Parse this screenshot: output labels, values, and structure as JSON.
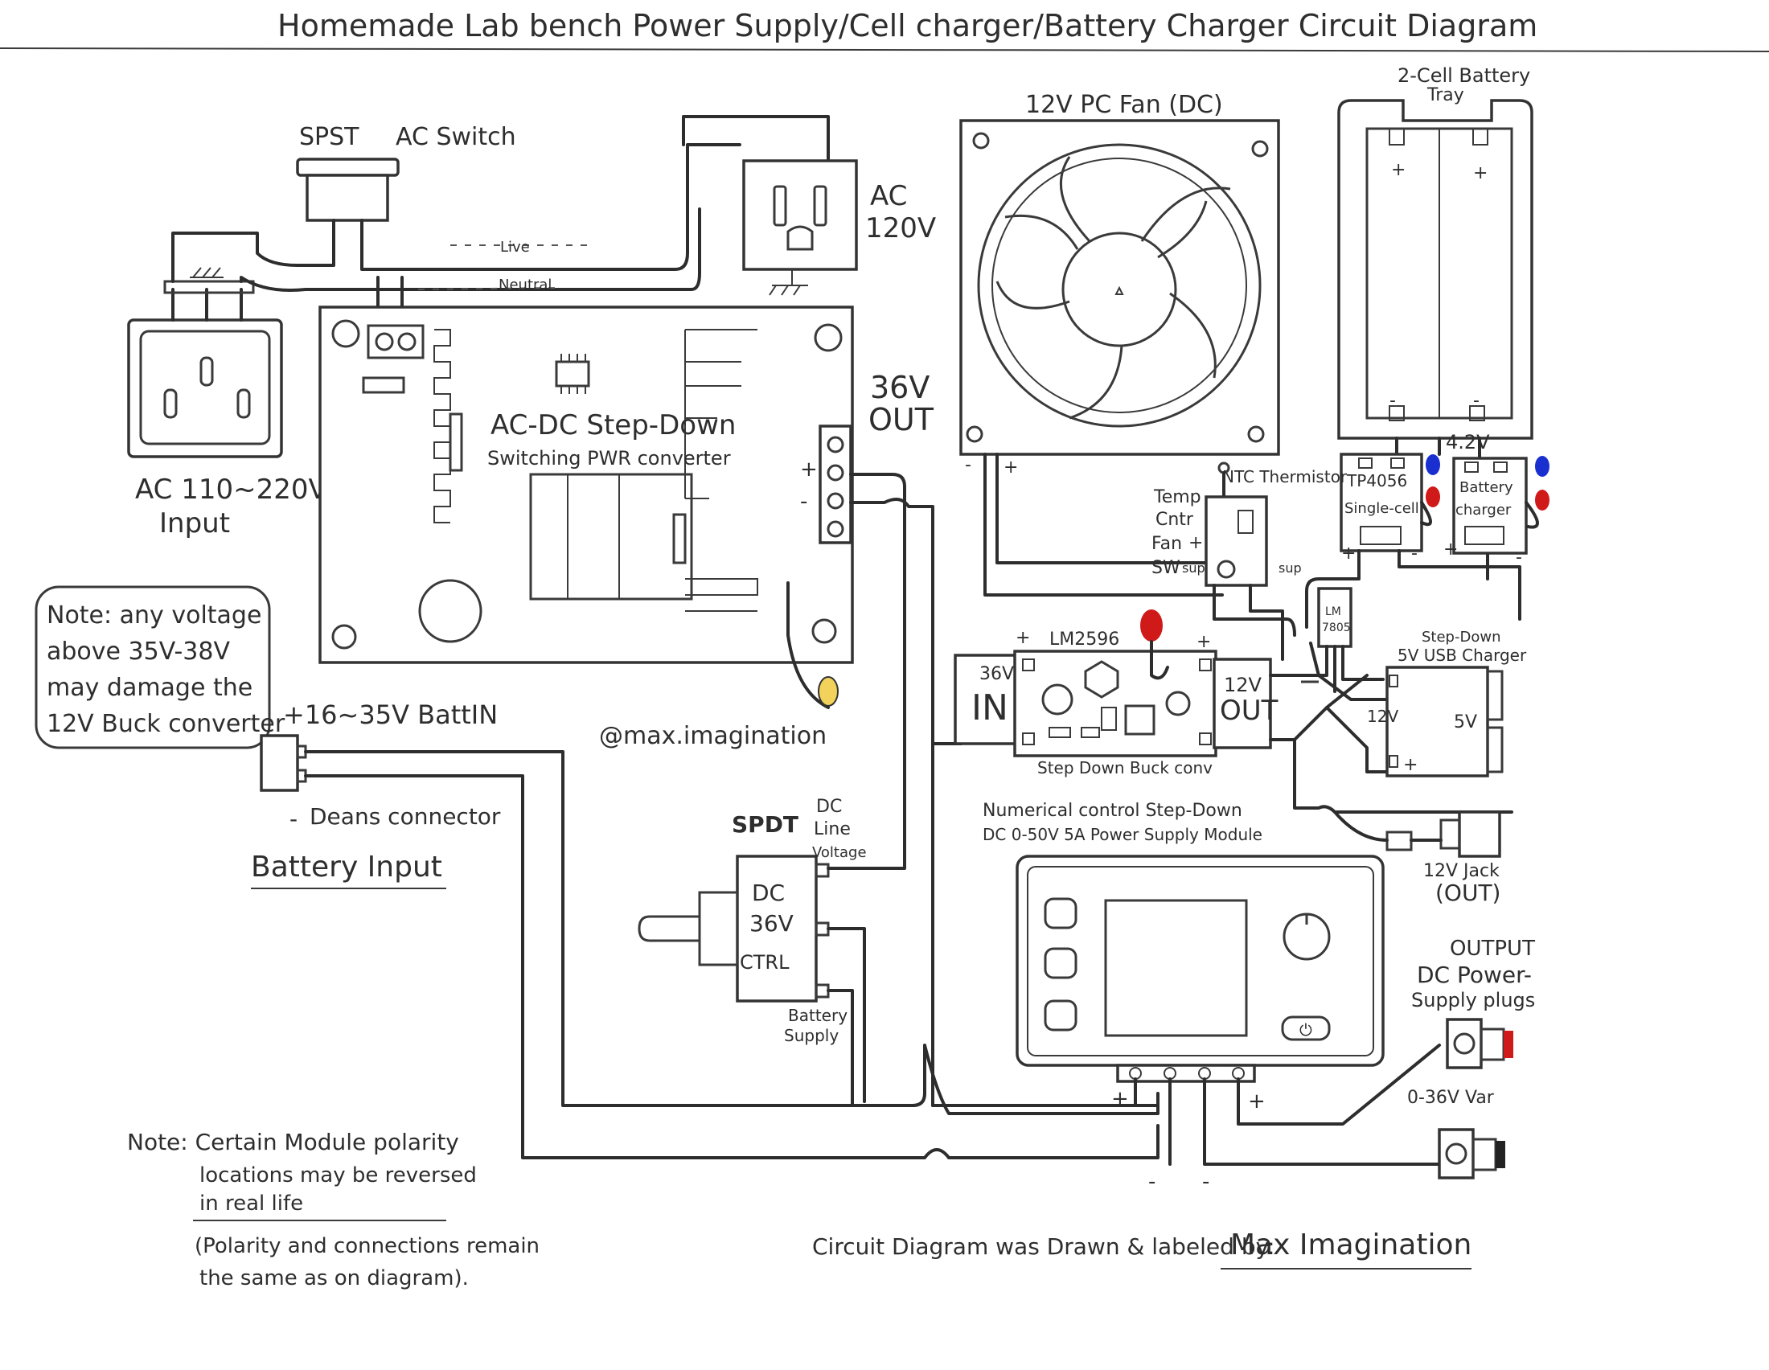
{
  "title": "Homemade Lab bench Power Supply/Cell charger/Battery Charger Circuit Diagram",
  "labels": {
    "spst": "SPST",
    "ac_switch": "AC Switch",
    "live": "Live",
    "neutral": "Neutral",
    "ac120": "AC",
    "ac120_b": "120V",
    "fan": "12V PC Fan (DC)",
    "tray_1": "2-Cell Battery",
    "tray_2": "Tray",
    "ac_input_1": "AC 110~220V",
    "ac_input_2": "Input",
    "acdc_1": "AC-DC Step-Down",
    "acdc_2": "Switching PWR converter",
    "out36_1": "36V",
    "out36_2": "OUT",
    "v42": "4.2V",
    "ntc": "NTC Thermistor",
    "temp_1": "Temp",
    "temp_2": "Cntr",
    "temp_3": "Fan",
    "temp_4": "SW",
    "sup": "sup",
    "tp4056_1": "TP4056",
    "tp4056_2": "Single-cell",
    "bc_1": "Battery",
    "bc_2": "charger",
    "lm7805_1": "LM",
    "lm7805_2": "7805",
    "lm2596": "LM2596",
    "in36_1": "36V",
    "in36_2": "IN",
    "out12_1": "12V",
    "out12_2": "OUT",
    "buck": "Step Down Buck conv",
    "usb_1": "Step-Down",
    "usb_2": "5V USB Charger",
    "usb_12": "12V",
    "usb_5": "5V",
    "note1_1": "Note: any voltage",
    "note1_2": "above 35V-38V",
    "note1_3": "may damage the",
    "note1_4": "12V Buck converter",
    "batt_in": "+16~35V BattIN",
    "deans": "Deans connector",
    "batt_input": "Battery Input",
    "watermark": "@max.imagination",
    "spdt": "SPDT",
    "dc_line_1": "DC",
    "dc_line_2": "Line",
    "dc_line_3": "Voltage",
    "dc36_1": "DC",
    "dc36_2": "36V",
    "dc36_3": "CTRL",
    "batt_supply_1": "Battery",
    "batt_supply_2": "Supply",
    "numctrl_1": "Numerical control Step-Down",
    "numctrl_2": "DC 0-50V 5A Power Supply Module",
    "jack_1": "12V Jack",
    "jack_2": "(OUT)",
    "output_1": "OUTPUT",
    "output_2": "DC Power-",
    "output_3": "Supply plugs",
    "var": "0-36V Var",
    "note2_1": "Note: Certain Module polarity",
    "note2_2": "locations may be reversed",
    "note2_3": "in real life",
    "note3_1": "(Polarity and connections remain",
    "note3_2": "the same as on diagram).",
    "credit": "Circuit Diagram was Drawn & labeled by:",
    "author": "Max Imagination",
    "plus": "+",
    "minus": "-"
  }
}
